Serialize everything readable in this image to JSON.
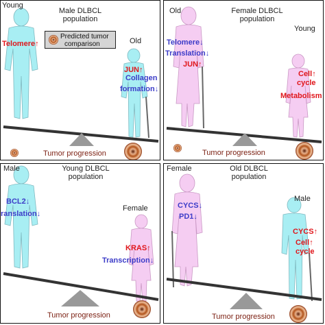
{
  "legend": {
    "line1": "Predicted tumor",
    "line2": "comparison"
  },
  "panels": [
    {
      "title1": "Male DLBCL",
      "title2": "population",
      "left_label": "Young",
      "right_label": "Old",
      "left_markers": [
        {
          "text": "Telomere",
          "dir": "up"
        }
      ],
      "right_markers": [
        {
          "text": "JUN",
          "dir": "up"
        },
        {
          "text": "Collagen",
          "dir": ""
        },
        {
          "text": "formation",
          "dir": "down"
        }
      ],
      "progression": "Tumor progression"
    },
    {
      "title1": "Female DLBCL",
      "title2": "population",
      "left_label": "Old",
      "right_label": "Young",
      "left_markers": [
        {
          "text": "Telomere",
          "dir": "down"
        },
        {
          "text": "Translation",
          "dir": "down"
        },
        {
          "text": "JUN",
          "dir": "up"
        }
      ],
      "right_markers": [
        {
          "text": "Cell",
          "dir": "up"
        },
        {
          "text": "cycle",
          "dir": ""
        },
        {
          "text": "Metabolism",
          "dir": "up"
        }
      ],
      "progression": "Tumor progression"
    },
    {
      "title1": "Young DLBCL",
      "title2": "population",
      "left_label": "Male",
      "right_label": "Female",
      "left_markers": [
        {
          "text": "BCL2",
          "dir": "down"
        },
        {
          "text": "ranslation",
          "dir": "down"
        }
      ],
      "right_markers": [
        {
          "text": "KRAS",
          "dir": "up"
        },
        {
          "text": "Transcription",
          "dir": "down"
        }
      ],
      "progression": "Tumor progression"
    },
    {
      "title1": "Old DLBCL",
      "title2": "population",
      "left_label": "Female",
      "right_label": "Male",
      "left_markers": [
        {
          "text": "CYCS",
          "dir": "down"
        },
        {
          "text": "PD1",
          "dir": "down"
        }
      ],
      "right_markers": [
        {
          "text": "CYCS",
          "dir": "up"
        },
        {
          "text": "Cell",
          "dir": "up"
        },
        {
          "text": "cycle",
          "dir": ""
        }
      ],
      "progression": "Tumor progression"
    }
  ],
  "colors": {
    "male_fill": "#a8eef3",
    "female_fill": "#f5cdf2",
    "up_arrow": "#e0161b",
    "down_arrow": "#3c3cc8",
    "beam": "#333333",
    "tumor": "#b0521a"
  }
}
